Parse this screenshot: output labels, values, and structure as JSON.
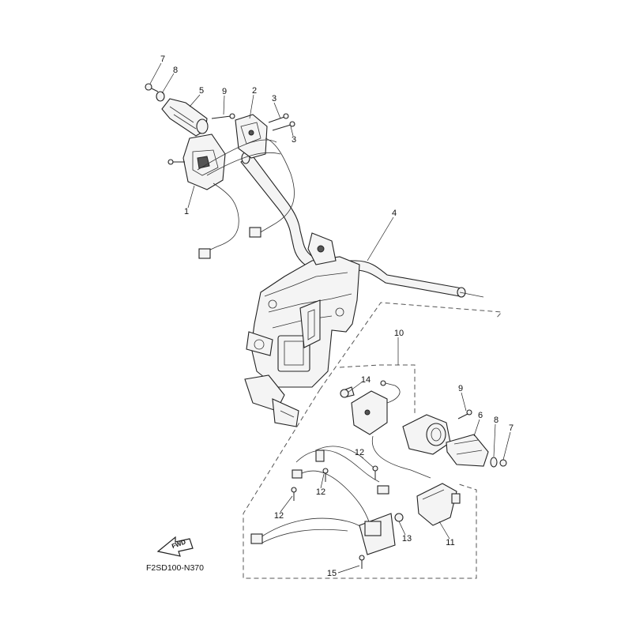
{
  "diagram": {
    "code": "F2SD100-N370",
    "fwd_label": "FWD"
  },
  "callouts": [
    {
      "id": "c7a",
      "text": "7"
    },
    {
      "id": "c8a",
      "text": "8"
    },
    {
      "id": "c5",
      "text": "5"
    },
    {
      "id": "c9a",
      "text": "9"
    },
    {
      "id": "c2",
      "text": "2"
    },
    {
      "id": "c3a",
      "text": "3"
    },
    {
      "id": "c3b",
      "text": "3"
    },
    {
      "id": "c1",
      "text": "1"
    },
    {
      "id": "c4",
      "text": "4"
    },
    {
      "id": "c10",
      "text": "10"
    },
    {
      "id": "c14",
      "text": "14"
    },
    {
      "id": "c9b",
      "text": "9"
    },
    {
      "id": "c6",
      "text": "6"
    },
    {
      "id": "c8b",
      "text": "8"
    },
    {
      "id": "c7b",
      "text": "7"
    },
    {
      "id": "c12a",
      "text": "12"
    },
    {
      "id": "c12b",
      "text": "12"
    },
    {
      "id": "c12c",
      "text": "12"
    },
    {
      "id": "c13",
      "text": "13"
    },
    {
      "id": "c11",
      "text": "11"
    },
    {
      "id": "c15",
      "text": "15"
    }
  ]
}
